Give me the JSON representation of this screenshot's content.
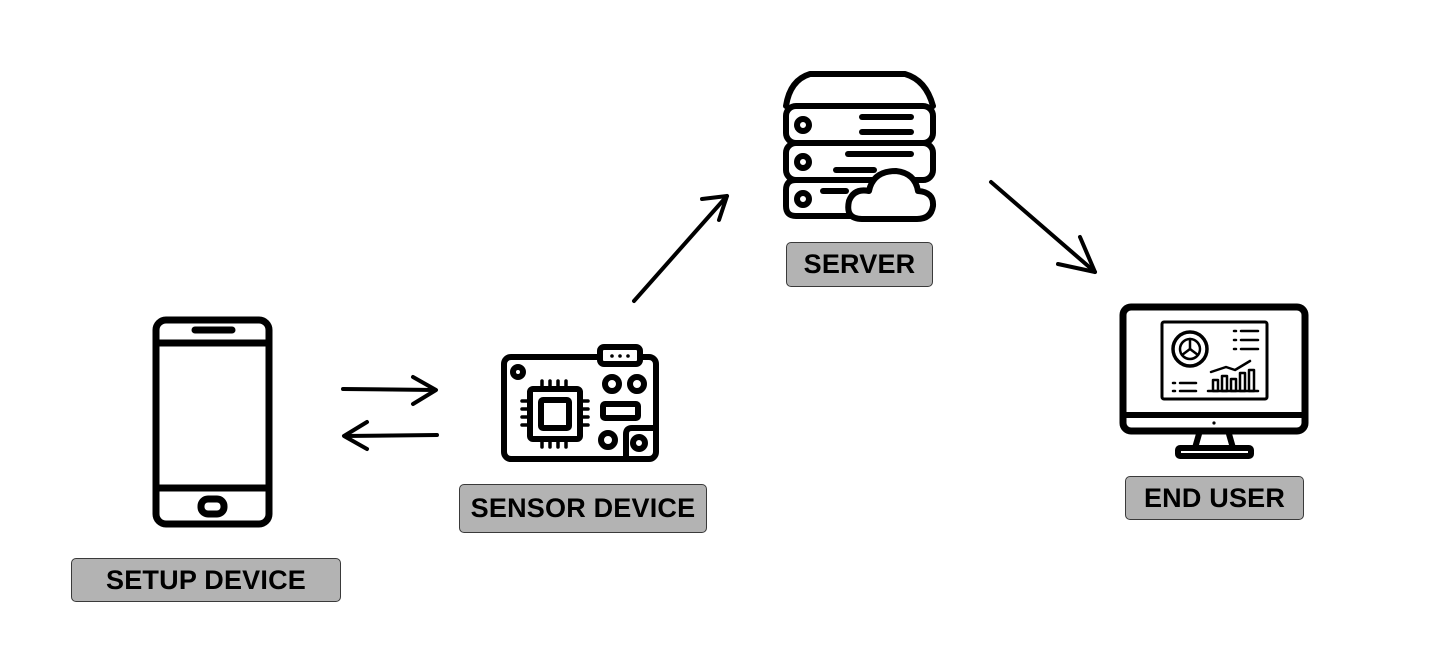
{
  "nodes": {
    "setup_device": {
      "label": "SETUP DEVICE",
      "icon": "smartphone-icon"
    },
    "sensor_device": {
      "label": "SENSOR DEVICE",
      "icon": "circuit-board-icon"
    },
    "server": {
      "label": "SERVER",
      "icon": "cloud-server-icon"
    },
    "end_user": {
      "label": "END USER",
      "icon": "monitor-dashboard-icon"
    }
  },
  "connections": [
    {
      "from": "setup_device",
      "to": "sensor_device",
      "direction": "bidirectional"
    },
    {
      "from": "sensor_device",
      "to": "server",
      "direction": "forward"
    },
    {
      "from": "server",
      "to": "end_user",
      "direction": "forward"
    }
  ],
  "colors": {
    "icon_stroke": "#000000",
    "label_fill": "#b3b3b3",
    "label_border": "#3a3a3a",
    "background": "#ffffff"
  }
}
